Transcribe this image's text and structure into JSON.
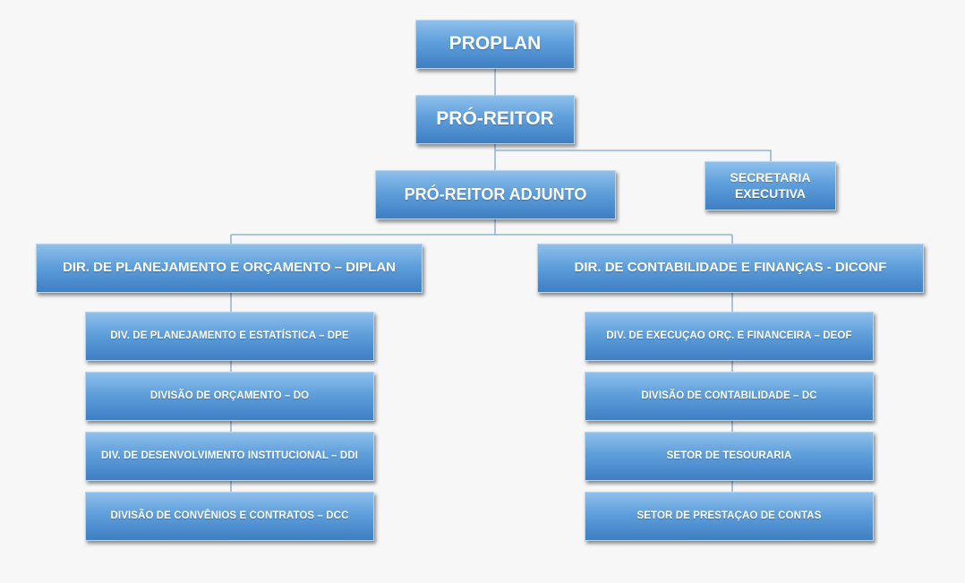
{
  "nodes": {
    "proplan": "PROPLAN",
    "pro_reitor": "PRÓ-REITOR",
    "pro_reitor_adjunto": "PRÓ-REITOR ADJUNTO",
    "secretaria_line1": "SECRETARIA",
    "secretaria_line2": "EXECUTIVA",
    "diplan": "DIR. DE PLANEJAMENTO E ORÇAMENTO – DIPLAN",
    "diconf": "DIR. DE CONTABILIDADE E FINANÇAS - DICONF",
    "diplan_children": [
      "DIV. DE PLANEJAMENTO E ESTATÍSTICA – DPE",
      "DIVISÃO DE ORÇAMENTO – DO",
      "DIV. DE DESENVOLVIMENTO INSTITUCIONAL – DDI",
      "DIVISÃO DE CONVÊNIOS E CONTRATOS – DCC"
    ],
    "diconf_children": [
      "DIV. DE EXECUÇAO ORÇ. E FINANCEIRA – DEOF",
      "DIVISÃO DE CONTABILIDADE – DC",
      "SETOR DE TESOURARIA",
      "SETOR DE PRESTAÇAO DE CONTAS"
    ]
  },
  "colors": {
    "box_top": "#8ec0ec",
    "box_bottom": "#3e7fc4",
    "connector": "#7fa7cf",
    "background": "#f7f7f7"
  }
}
